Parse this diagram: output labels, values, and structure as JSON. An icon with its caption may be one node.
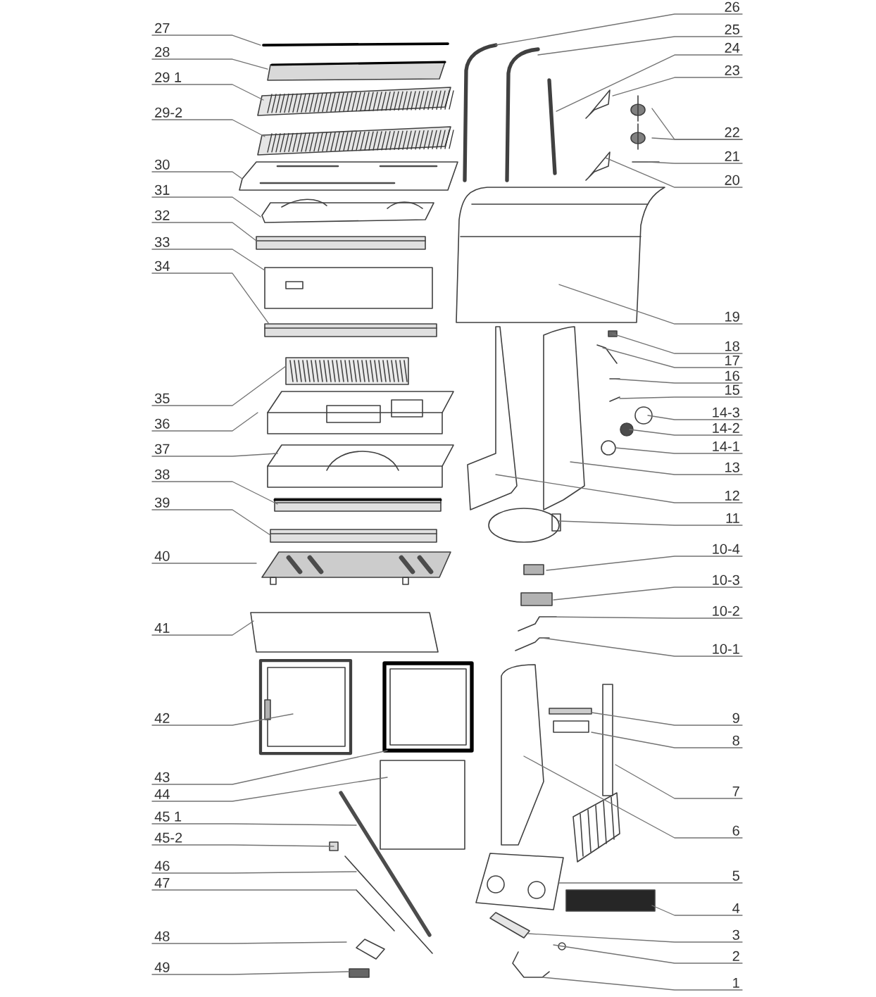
{
  "diagram": {
    "nodes": [
      {
        "text": [
          "27"
        ]
      },
      {
        "text": [
          "28"
        ]
      },
      {
        "text": [
          "29 1"
        ]
      },
      {
        "text": [
          "29-2"
        ]
      },
      {
        "text": [
          "30"
        ]
      },
      {
        "text": [
          "31"
        ]
      },
      {
        "text": [
          "32"
        ]
      },
      {
        "text": [
          "33"
        ]
      },
      {
        "text": [
          "34"
        ]
      },
      {
        "text": [
          "35"
        ]
      },
      {
        "text": [
          "36"
        ]
      },
      {
        "text": [
          "37"
        ]
      },
      {
        "text": [
          "38"
        ]
      },
      {
        "text": [
          "39"
        ]
      },
      {
        "text": [
          "40"
        ]
      },
      {
        "text": [
          "41"
        ]
      },
      {
        "text": [
          "42"
        ]
      },
      {
        "text": [
          "43"
        ]
      },
      {
        "text": [
          "44"
        ]
      },
      {
        "text": [
          "45 1"
        ]
      },
      {
        "text": [
          "45-2"
        ]
      },
      {
        "text": [
          "46"
        ]
      },
      {
        "text": [
          "47"
        ]
      },
      {
        "text": [
          "48"
        ]
      },
      {
        "text": [
          "49"
        ]
      },
      {
        "text": [
          "26"
        ]
      },
      {
        "text": [
          "25"
        ]
      },
      {
        "text": [
          "24"
        ]
      },
      {
        "text": [
          "23"
        ]
      },
      {
        "text": [
          "22"
        ]
      },
      {
        "text": [
          "21"
        ]
      },
      {
        "text": [
          "20"
        ]
      },
      {
        "text": [
          "19"
        ]
      },
      {
        "text": [
          "18"
        ]
      },
      {
        "text": [
          "17"
        ]
      },
      {
        "text": [
          "16"
        ]
      },
      {
        "text": [
          "15"
        ]
      },
      {
        "text": [
          "14-3"
        ]
      },
      {
        "text": [
          "14-2"
        ]
      },
      {
        "text": [
          "14-1"
        ]
      },
      {
        "text": [
          "13"
        ]
      },
      {
        "text": [
          "12"
        ]
      },
      {
        "text": [
          "11"
        ]
      },
      {
        "text": [
          "10-4"
        ]
      },
      {
        "text": [
          "10-3"
        ]
      },
      {
        "text": [
          "10-2"
        ]
      },
      {
        "text": [
          "10-1"
        ]
      },
      {
        "text": [
          "9"
        ]
      },
      {
        "text": [
          "8"
        ]
      },
      {
        "text": [
          "7"
        ]
      },
      {
        "text": [
          "6"
        ]
      },
      {
        "text": [
          "5"
        ]
      },
      {
        "text": [
          "4"
        ]
      },
      {
        "text": [
          "3"
        ]
      },
      {
        "text": [
          "2"
        ]
      },
      {
        "text": [
          "1"
        ]
      }
    ],
    "edges": [
      {
        "from": 0,
        "to": null,
        "arrow": "none"
      },
      {
        "from": 1,
        "to": null,
        "arrow": "none"
      },
      {
        "from": 2,
        "to": null,
        "arrow": "none"
      },
      {
        "from": 3,
        "to": null,
        "arrow": "none"
      },
      {
        "from": 4,
        "to": null,
        "arrow": "none"
      },
      {
        "from": 5,
        "to": null,
        "arrow": "none"
      },
      {
        "from": 6,
        "to": null,
        "arrow": "none"
      },
      {
        "from": 7,
        "to": null,
        "arrow": "none"
      },
      {
        "from": 8,
        "to": null,
        "arrow": "none"
      },
      {
        "from": 9,
        "to": null,
        "arrow": "none"
      },
      {
        "from": 10,
        "to": null,
        "arrow": "none"
      },
      {
        "from": 11,
        "to": null,
        "arrow": "none"
      },
      {
        "from": 12,
        "to": null,
        "arrow": "none"
      },
      {
        "from": 13,
        "to": null,
        "arrow": "none"
      },
      {
        "from": 14,
        "to": null,
        "arrow": "none"
      },
      {
        "from": 15,
        "to": null,
        "arrow": "none"
      },
      {
        "from": 16,
        "to": null,
        "arrow": "none"
      },
      {
        "from": 17,
        "to": null,
        "arrow": "none"
      },
      {
        "from": 18,
        "to": null,
        "arrow": "none"
      },
      {
        "from": 19,
        "to": null,
        "arrow": "none"
      },
      {
        "from": 20,
        "to": null,
        "arrow": "none"
      },
      {
        "from": 21,
        "to": null,
        "arrow": "none"
      },
      {
        "from": 22,
        "to": null,
        "arrow": "none"
      },
      {
        "from": 23,
        "to": null,
        "arrow": "none"
      },
      {
        "from": 24,
        "to": null,
        "arrow": "none"
      },
      {
        "from": 25,
        "to": null,
        "arrow": "none"
      },
      {
        "from": 26,
        "to": null,
        "arrow": "none"
      },
      {
        "from": 27,
        "to": null,
        "arrow": "none"
      },
      {
        "from": 28,
        "to": null,
        "arrow": "none"
      },
      {
        "from": 29,
        "to": null,
        "arrow": "none"
      },
      {
        "from": 29,
        "to": null,
        "arrow": "none"
      },
      {
        "from": 30,
        "to": null,
        "arrow": "none"
      },
      {
        "from": 31,
        "to": null,
        "arrow": "none"
      },
      {
        "from": 32,
        "to": null,
        "arrow": "none"
      },
      {
        "from": 33,
        "to": null,
        "arrow": "none"
      },
      {
        "from": 34,
        "to": null,
        "arrow": "none"
      },
      {
        "from": 35,
        "to": null,
        "arrow": "none"
      },
      {
        "from": 36,
        "to": null,
        "arrow": "none"
      },
      {
        "from": 37,
        "to": null,
        "arrow": "none"
      },
      {
        "from": 38,
        "to": null,
        "arrow": "none"
      },
      {
        "from": 39,
        "to": null,
        "arrow": "none"
      },
      {
        "from": 40,
        "to": null,
        "arrow": "none"
      },
      {
        "from": 41,
        "to": null,
        "arrow": "none"
      },
      {
        "from": 42,
        "to": null,
        "arrow": "none"
      },
      {
        "from": 43,
        "to": null,
        "arrow": "none"
      },
      {
        "from": 44,
        "to": null,
        "arrow": "none"
      },
      {
        "from": 45,
        "to": null,
        "arrow": "none"
      },
      {
        "from": 46,
        "to": null,
        "arrow": "none"
      },
      {
        "from": 47,
        "to": null,
        "arrow": "none"
      },
      {
        "from": 48,
        "to": null,
        "arrow": "none"
      },
      {
        "from": 49,
        "to": null,
        "arrow": "none"
      },
      {
        "from": 50,
        "to": null,
        "arrow": "none"
      },
      {
        "from": 51,
        "to": null,
        "arrow": "none"
      },
      {
        "from": 52,
        "to": null,
        "arrow": "none"
      },
      {
        "from": 53,
        "to": null,
        "arrow": "none"
      },
      {
        "from": 54,
        "to": null,
        "arrow": "none"
      },
      {
        "from": 55,
        "to": null,
        "arrow": "none"
      }
    ]
  }
}
